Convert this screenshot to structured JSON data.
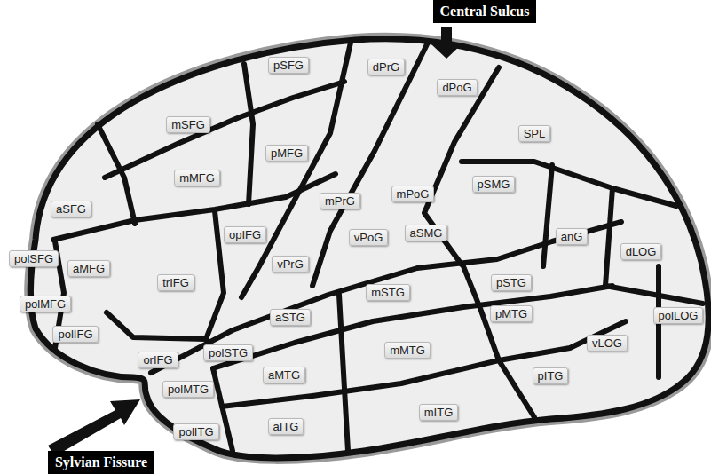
{
  "diagram": {
    "nodes": [
      {
        "text": [
          "Central Sulcus"
        ]
      },
      {
        "text": [
          "pSFG"
        ]
      },
      {
        "text": [
          "dPrG"
        ]
      },
      {
        "text": [
          "dPoG"
        ]
      },
      {
        "text": [
          "mSFG"
        ]
      },
      {
        "text": [
          "SPL"
        ]
      },
      {
        "text": [
          "pMFG"
        ]
      },
      {
        "text": [
          "mMFG"
        ]
      },
      {
        "text": [
          "mPrG"
        ]
      },
      {
        "text": [
          "mPoG"
        ]
      },
      {
        "text": [
          "pSMG"
        ]
      },
      {
        "text": [
          "aSFG"
        ]
      },
      {
        "text": [
          "aSMG"
        ]
      },
      {
        "text": [
          "opIFG"
        ]
      },
      {
        "text": [
          "vPoG"
        ]
      },
      {
        "text": [
          "anG"
        ]
      },
      {
        "text": [
          "dLOG"
        ]
      },
      {
        "text": [
          "polSFG"
        ]
      },
      {
        "text": [
          "aMFG"
        ]
      },
      {
        "text": [
          "trIFG"
        ]
      },
      {
        "text": [
          "vPrG"
        ]
      },
      {
        "text": [
          "pSTG"
        ]
      },
      {
        "text": [
          "mSTG"
        ]
      },
      {
        "text": [
          "polLOG"
        ]
      },
      {
        "text": [
          "polMFG"
        ]
      },
      {
        "text": [
          "pMTG"
        ]
      },
      {
        "text": [
          "aSTG"
        ]
      },
      {
        "text": [
          "vLOG"
        ]
      },
      {
        "text": [
          "polIFG"
        ]
      },
      {
        "text": [
          "orIFG"
        ]
      },
      {
        "text": [
          "polSTG"
        ]
      },
      {
        "text": [
          "pITG"
        ]
      },
      {
        "text": [
          "mMTG"
        ]
      },
      {
        "text": [
          "aMTG"
        ]
      },
      {
        "text": [
          "polMTG"
        ]
      },
      {
        "text": [
          "mITG"
        ]
      },
      {
        "text": [
          "aITG"
        ]
      },
      {
        "text": [
          "polITG"
        ]
      },
      {
        "text": [
          "Sylvian Fissure"
        ]
      }
    ]
  }
}
